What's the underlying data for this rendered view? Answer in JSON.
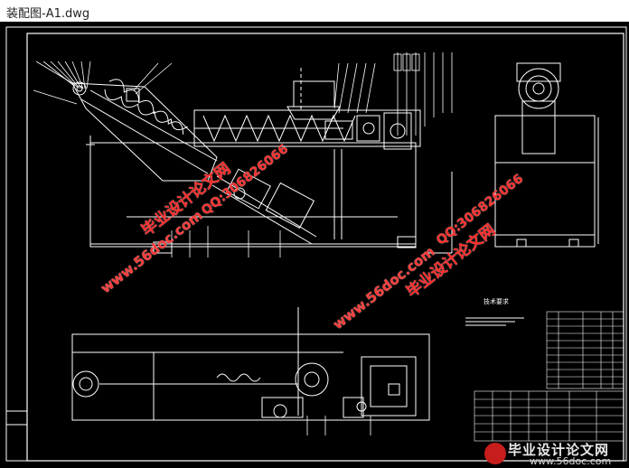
{
  "window": {
    "title": "装配图-A1.dwg"
  },
  "drawing": {
    "tech_requirements_title": "技术要求",
    "grid_note": "",
    "colors": {
      "background": "#000000",
      "line": "#ffffff",
      "watermark": "#ff2a2a"
    }
  },
  "watermarks": {
    "site_cn": "毕业设计论文网",
    "url": "www.56doc.com",
    "qq": "QQ:306826066"
  },
  "logo": {
    "cn": "毕业设计论文网",
    "en": "www.56doc.com"
  }
}
